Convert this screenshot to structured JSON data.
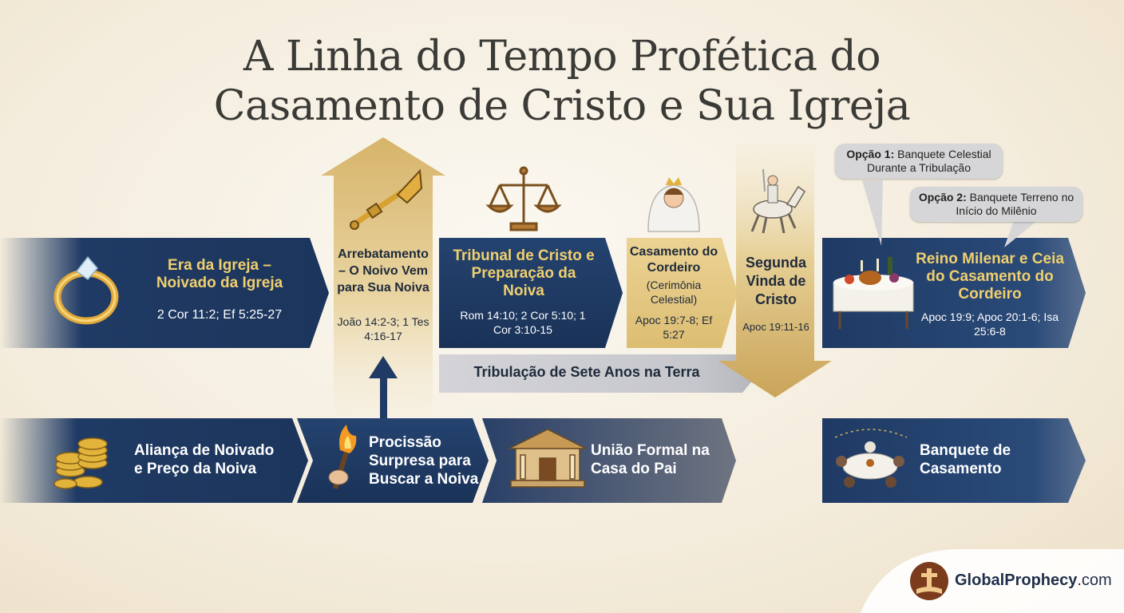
{
  "title": {
    "line1": "A Linha do Tempo Profética do",
    "line2": "Casamento de Cristo e Sua Igreja"
  },
  "upper": {
    "era": {
      "title": "Era da Igreja – Noivado da Igreja",
      "ref": "2 Cor 11:2; Ef 5:25-27",
      "icon": "ring-icon"
    },
    "rapture": {
      "title": "Arrebatamento – O Noivo Vem para Sua Noiva",
      "ref": "João 14:2-3; 1 Tes 4:16-17",
      "icon": "trumpet-icon"
    },
    "tribunal": {
      "title": "Tribunal de Cristo e Preparação da Noiva",
      "ref": "Rom 14:10; 2 Cor 5:10; 1 Cor 3:10-15",
      "icon": "scales-icon"
    },
    "wedding": {
      "title": "Casamento do Cordeiro",
      "sub": "(Cerimônia Celestial)",
      "ref": "Apoc 19:7-8; Ef 5:27",
      "icon": "bride-icon"
    },
    "second": {
      "title": "Segunda Vinda de Cristo",
      "ref": "Apoc 19:11-16",
      "icon": "horse-rider-icon"
    },
    "millennial": {
      "title": "Reino Milenar e Ceia do Casamento do Cordeiro",
      "ref": "Apoc 19:9; Apoc 20:1-6; Isa 25:6-8",
      "icon": "feast-table-icon"
    }
  },
  "tribulation": "Tribulação de Sete Anos na Terra",
  "options": {
    "opt1": {
      "label": "Opção 1:",
      "text": "Banquete Celestial Durante a Tribulação"
    },
    "opt2": {
      "label": "Opção 2:",
      "text": "Banquete Terreno no Início do Milênio"
    }
  },
  "lower": {
    "covenant": {
      "title": "Aliança de Noivado e Preço da Noiva",
      "icon": "coins-icon"
    },
    "procession": {
      "title": "Procissão Surpresa para Buscar a Noiva",
      "icon": "torch-icon"
    },
    "union": {
      "title": "União Formal na Casa do Pai",
      "icon": "house-icon"
    },
    "banquet": {
      "title": "Banquete de Casamento",
      "icon": "banquet-icon"
    }
  },
  "logo": {
    "name_bold": "GlobalProphecy",
    "suffix": ".com",
    "icon": "bible-cross-icon"
  },
  "colors": {
    "navy": "#1f3a64",
    "gold": "#e3c274",
    "gold_dark": "#c9a24f",
    "gray": "#d6d6d8",
    "text_gold": "#f0cf6e"
  }
}
